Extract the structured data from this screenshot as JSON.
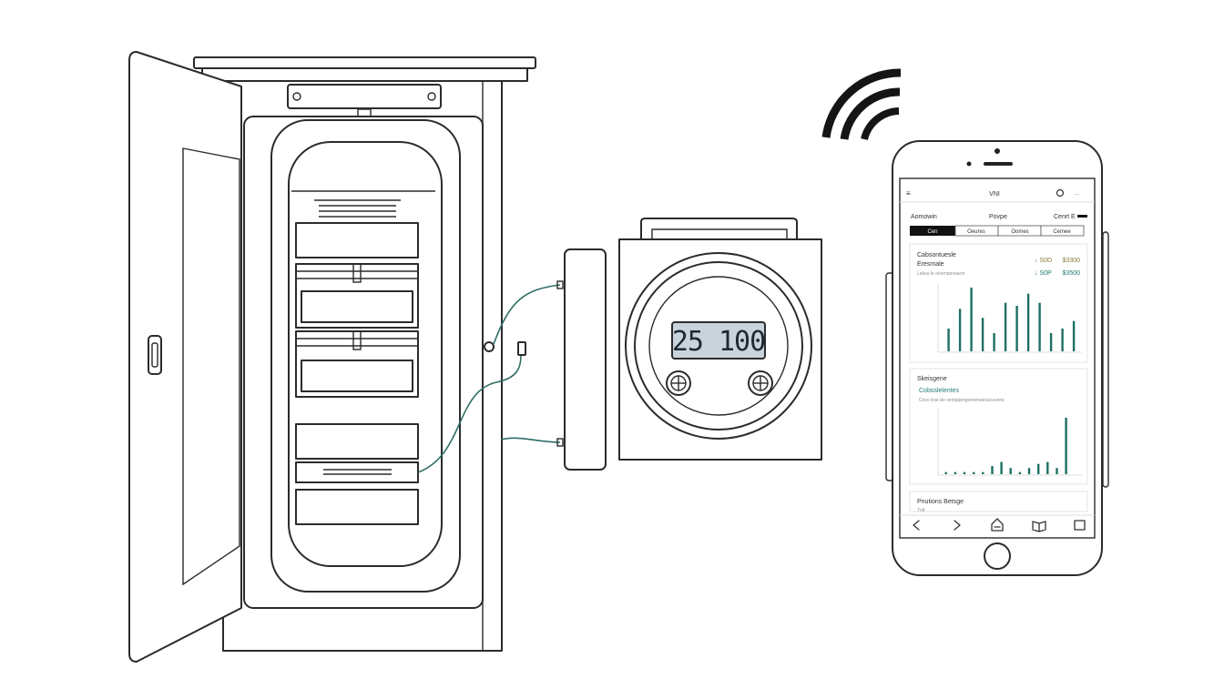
{
  "meter": {
    "reading": "25 100"
  },
  "phone": {
    "status_center": "VNI",
    "header_left": "Aomowin",
    "header_mid": "Povpe",
    "header_right": "Cenrt E",
    "tabs": [
      "Cen",
      "Oeures",
      "Oomes",
      "Cemee"
    ],
    "card1": {
      "title": "Cabsontuesle",
      "subtitle": "Eresmale",
      "caption": "Leksa fe ekorntanouem",
      "legend": [
        {
          "label": "↓ S0D",
          "value": "$3300",
          "color": "#8a7a3a"
        },
        {
          "label": "↓ S0P",
          "value": "$3500",
          "color": "#1f7a6e"
        }
      ]
    },
    "card2": {
      "title": "Skeisgene",
      "link": "Cobsslelentes",
      "caption": "Cevo leat sle ventalpotgemenealvacsonne"
    },
    "card3": {
      "title": "Pnutions Betsge",
      "subtitle": "Tnlt"
    },
    "nav": [
      "back-icon",
      "forward-icon",
      "home-icon",
      "book-icon",
      "tabs-icon"
    ]
  },
  "chart_data": [
    {
      "type": "bar",
      "title": "Cabsontuesle",
      "values": [
        15,
        28,
        42,
        22,
        12,
        32,
        30,
        38,
        32,
        12,
        15,
        20
      ]
    },
    {
      "type": "bar",
      "title": "Skeisgene",
      "values": [
        2,
        2,
        2,
        2,
        2,
        8,
        12,
        6,
        2,
        6,
        10,
        12,
        6,
        55
      ]
    }
  ]
}
